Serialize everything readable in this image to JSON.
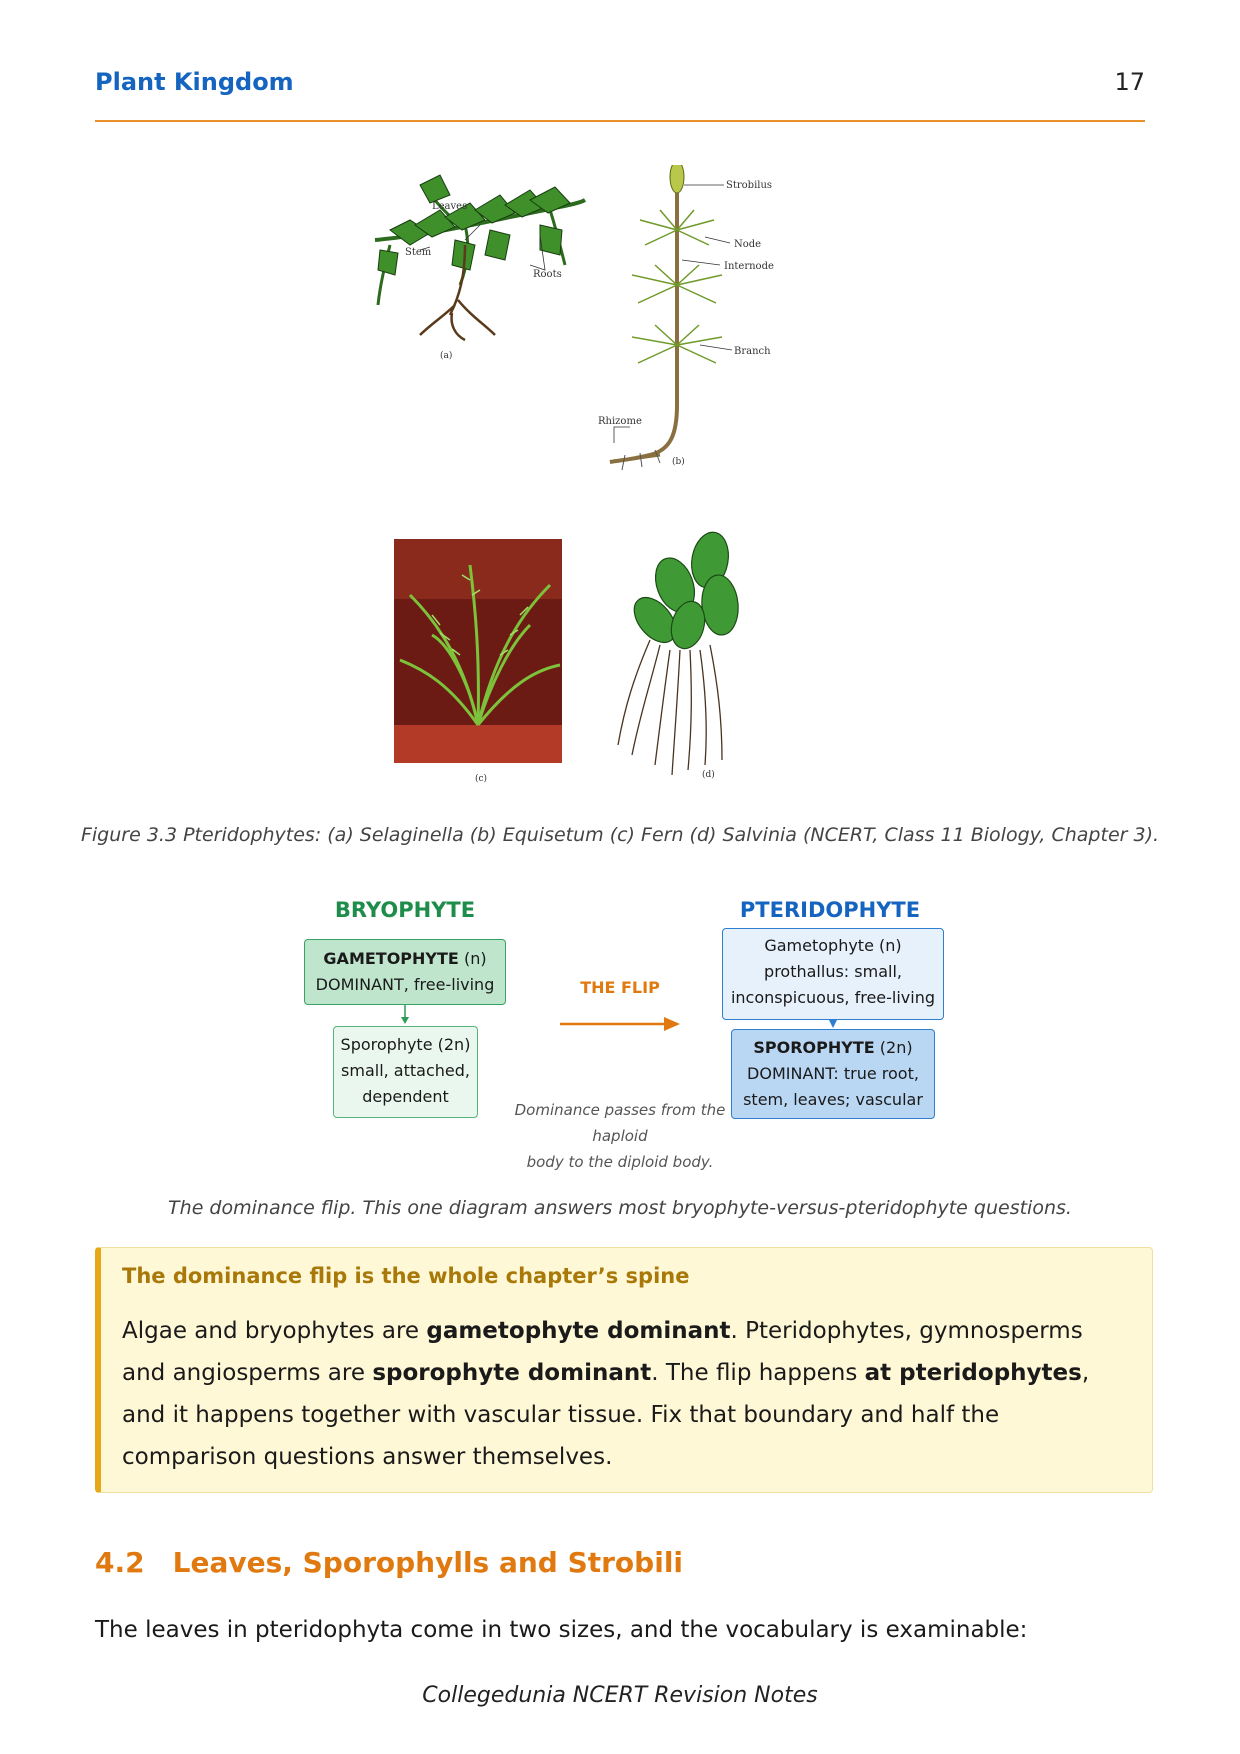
{
  "header": {
    "title": "Plant Kingdom",
    "page_number": "17"
  },
  "figure": {
    "labels": {
      "leaves": "Leaves",
      "stem": "Stem",
      "roots": "Roots",
      "a": "(a)",
      "strobilus": "Strobilus",
      "node": "Node",
      "internode": "Internode",
      "branch": "Branch",
      "rhizome": "Rhizome",
      "b": "(b)",
      "c": "(c)",
      "d": "(d)"
    },
    "caption": "Figure 3.3 Pteridophytes: (a) Selaginella (b) Equisetum (c) Fern (d) Salvinia (NCERT, Class 11 Biology, Chapter 3)."
  },
  "diagram": {
    "bryophyte": {
      "heading": "BRYOPHYTE",
      "gametophyte": {
        "name": "GAMETOPHYTE",
        "ploidy": "(n)",
        "line2": "DOMINANT, free-living"
      },
      "sporophyte": {
        "line1": "Sporophyte (2n)",
        "line2": "small, attached,",
        "line3": "dependent"
      }
    },
    "pteridophyte": {
      "heading": "PTERIDOPHYTE",
      "gametophyte": {
        "line1": "Gametophyte (n)",
        "line2": "prothallus: small,",
        "line3": "inconspicuous, free-living"
      },
      "sporophyte": {
        "name": "SPOROPHYTE",
        "ploidy": "(2n)",
        "line2": "DOMINANT: true root,",
        "line3": "stem, leaves; vascular"
      }
    },
    "flip_label": "THE FLIP",
    "note_line1": "Dominance passes from the haploid",
    "note_line2": "body to the diploid body.",
    "caption": "The dominance flip. This one diagram answers most bryophyte-versus-pteridophyte questions."
  },
  "callout": {
    "title": "The dominance flip is the whole chapter’s spine",
    "t1": "Algae and bryophytes are ",
    "b1": "gametophyte dominant",
    "t2": ". Pteridophytes, gymnosperms and angiosperms are ",
    "b2": "sporophyte dominant",
    "t3": ". The flip happens ",
    "b3": "at pteridophytes",
    "t4": ", and it happens together with vascular tissue. Fix that boundary and half the comparison questions answer themselves."
  },
  "section": {
    "number": "4.2",
    "title": "Leaves, Sporophylls and Strobili",
    "body": "The leaves in pteridophyta come in two sizes, and the vocabulary is examinable:"
  },
  "footer": "Collegedunia NCERT Revision Notes",
  "colors": {
    "brand_blue": "#1565c0",
    "accent_orange": "#e07a10",
    "bryo_green": "#1e8c4a",
    "callout_bg": "#fff8d6",
    "callout_border": "#e6a817"
  }
}
